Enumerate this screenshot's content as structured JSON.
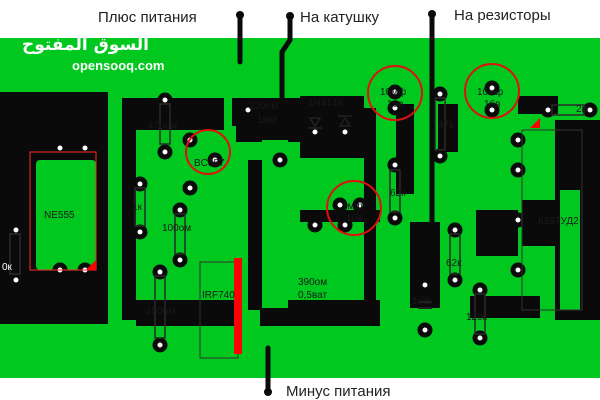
{
  "labels": {
    "plus_power": "Плюс питания",
    "to_coil": "На катушку",
    "to_resistors": "На резисторы",
    "minus_power": "Минус питания"
  },
  "components": {
    "r470": "470ом",
    "bc557": "BC557",
    "r220": "220ом",
    "r220_power": "1ват",
    "d1n4148": "1N4148",
    "c10uf_1": "10мф",
    "c10uf_1_v": "16в",
    "r47k": "47к",
    "c10uf_2": "10мф",
    "c10uf_2_v": "16в",
    "r2m": "2м",
    "ne555": "NE555",
    "r1k": "1к",
    "r100": "100ом",
    "c1uf": "1мф",
    "c1uf_v": "16в",
    "r62k_1": "62к",
    "k157": "К157УД2",
    "r10k": "0к",
    "r62k_2": "62к",
    "irf740": "IRF740",
    "r390": "390ом",
    "r390_power": "0,5ват",
    "c1nf": "1нф",
    "r150": "150ом",
    "r120k": "120к"
  },
  "watermark": {
    "arabic": "السوق المفتوح",
    "site": "opensooq.com"
  },
  "colors": {
    "board": "#00c81e",
    "trace_gap": "#0a0a0a",
    "marker": "#ff0000"
  }
}
